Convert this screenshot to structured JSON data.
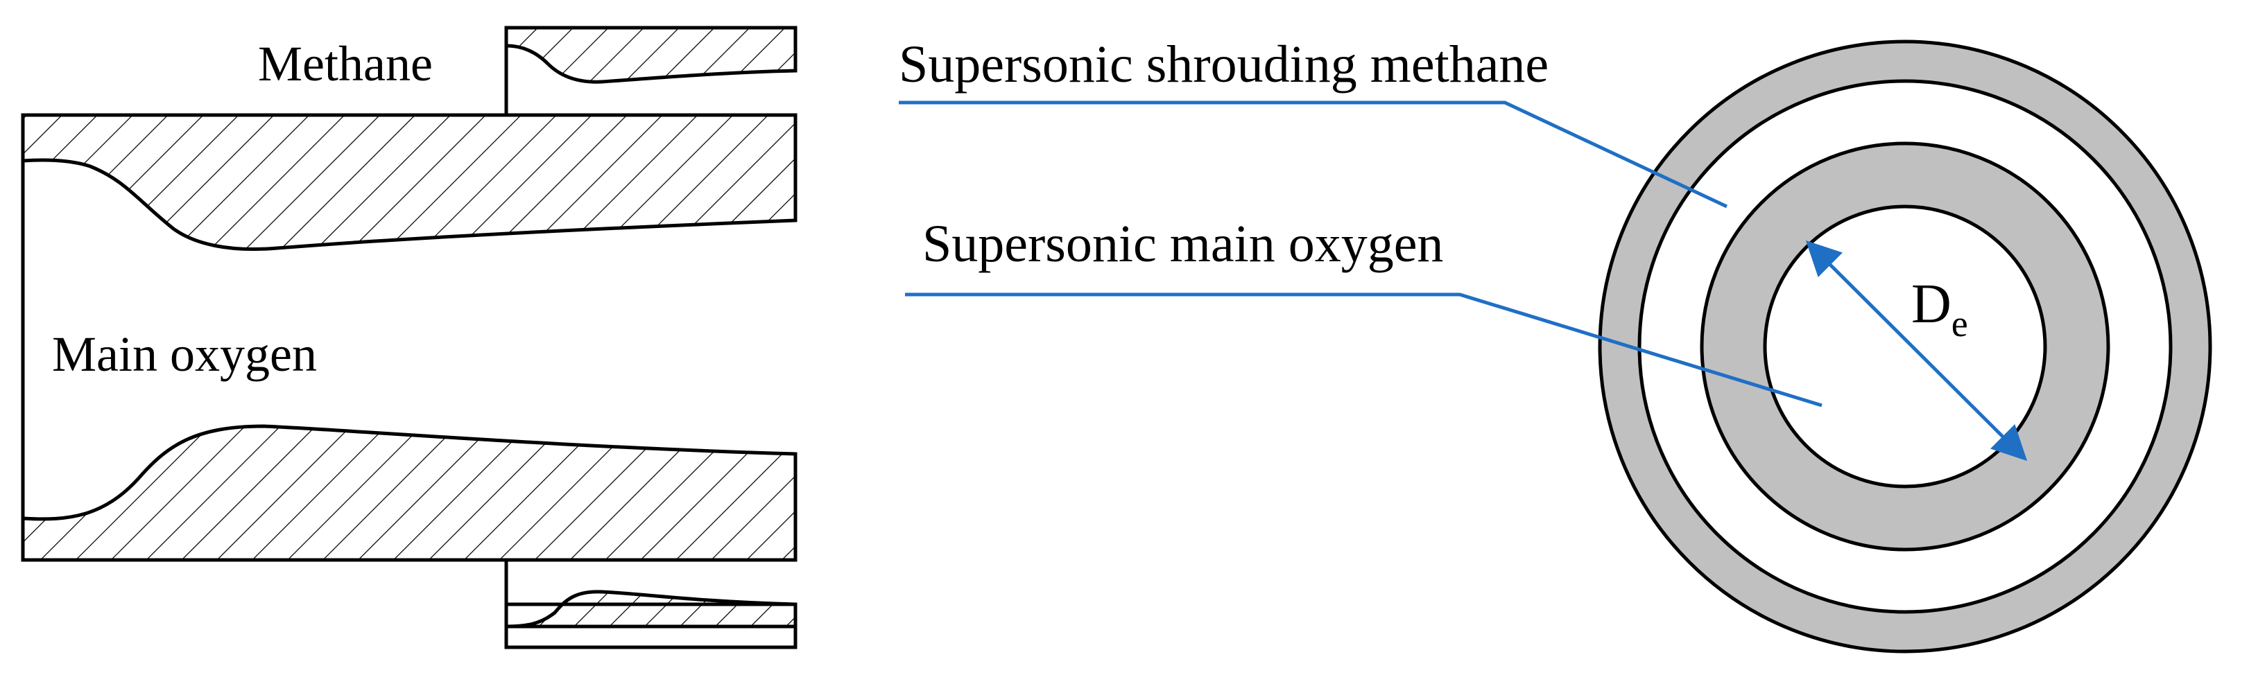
{
  "labels": {
    "methane": "Methane",
    "main_oxygen": "Main oxygen",
    "supersonic_shrouding_methane": "Supersonic shrouding methane",
    "supersonic_main_oxygen": "Supersonic main oxygen",
    "exit_diameter_symbol": "D",
    "exit_diameter_subscript": "e"
  },
  "colors": {
    "outline": "#000000",
    "leader_line": "#1f6fc5",
    "ring_fill": "#c0c0c0",
    "background": "#ffffff"
  }
}
